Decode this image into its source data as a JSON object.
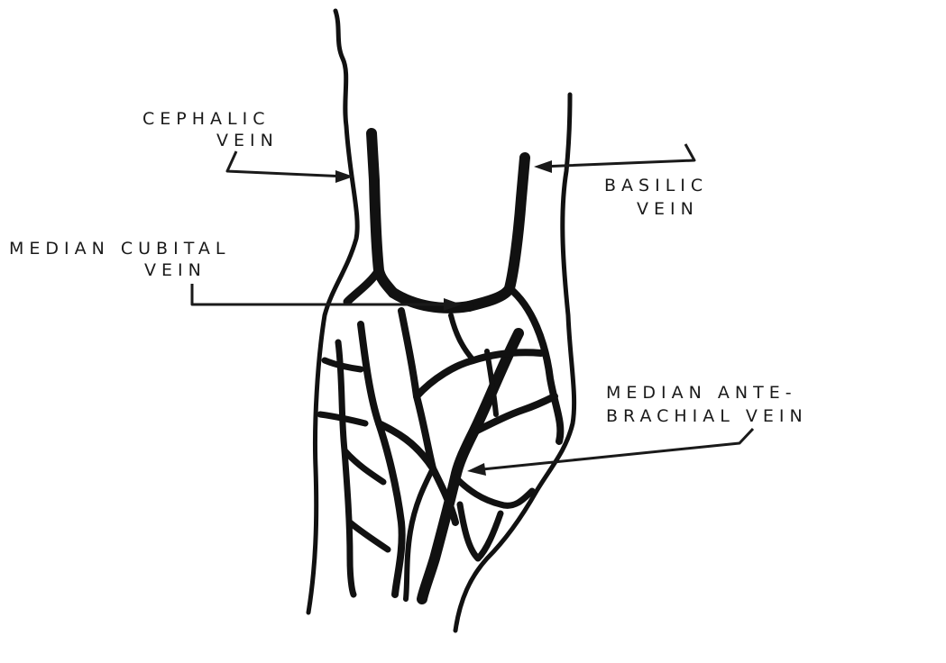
{
  "labels": {
    "cephalic_line1": "CEPHALIC",
    "cephalic_line2": "VEIN",
    "basilic_line1": "BASILIC",
    "basilic_line2": "VEIN",
    "median_cubital_line1": "MEDIAN CUBITAL",
    "median_cubital_line2": "VEIN",
    "median_ante_line1": "MEDIAN ANTE-",
    "median_ante_line2": "BRACHIAL VEIN"
  },
  "colors": {
    "ink": "#111111",
    "background": "#ffffff"
  }
}
